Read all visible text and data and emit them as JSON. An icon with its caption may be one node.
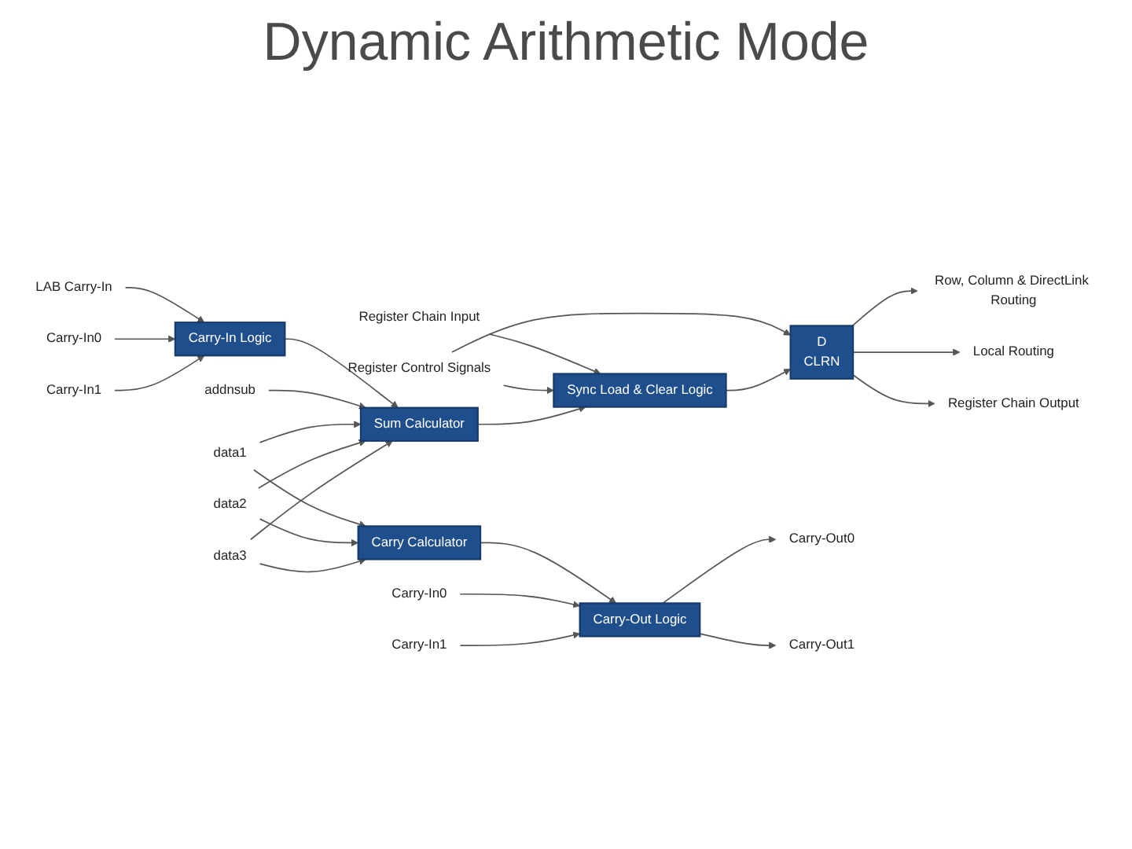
{
  "diagram": {
    "title": "Dynamic Arithmetic Mode",
    "nodes": [
      {
        "text": [
          "Carry-In Logic"
        ]
      },
      {
        "text": [
          "Sum Calculator"
        ]
      },
      {
        "text": [
          "Carry Calculator"
        ]
      },
      {
        "text": [
          "Carry-Out Logic"
        ]
      },
      {
        "text": [
          "Sync Load & Clear Logic"
        ]
      },
      {
        "text": [
          "D",
          "CLRN"
        ]
      },
      {
        "text": [
          "LAB Carry-In"
        ]
      },
      {
        "text": [
          "Carry-In0"
        ]
      },
      {
        "text": [
          "Carry-In1"
        ]
      },
      {
        "text": [
          "addnsub"
        ]
      },
      {
        "text": [
          "data1"
        ]
      },
      {
        "text": [
          "data2"
        ]
      },
      {
        "text": [
          "data3"
        ]
      },
      {
        "text": [
          "Register Chain Input"
        ]
      },
      {
        "text": [
          "Register Control Signals"
        ]
      },
      {
        "text": [
          "Row, Column & DirectLink Routing"
        ]
      },
      {
        "text": [
          "Local Routing"
        ]
      },
      {
        "text": [
          "Register Chain Output"
        ]
      },
      {
        "text": [
          "Carry-In0"
        ]
      },
      {
        "text": [
          "Carry-In1"
        ]
      },
      {
        "text": [
          "Carry-Out0"
        ]
      },
      {
        "text": [
          "Carry-Out1"
        ]
      }
    ],
    "edges": [
      {
        "from": 6,
        "to": 0,
        "arrow": "to"
      },
      {
        "from": 7,
        "to": 0,
        "arrow": "to"
      },
      {
        "from": 8,
        "to": 0,
        "arrow": "to"
      },
      {
        "from": 0,
        "to": 1,
        "arrow": "to"
      },
      {
        "from": 9,
        "to": 1,
        "arrow": "to"
      },
      {
        "from": 10,
        "to": 1,
        "arrow": "to"
      },
      {
        "from": 11,
        "to": 1,
        "arrow": "to"
      },
      {
        "from": 12,
        "to": 1,
        "arrow": "to"
      },
      {
        "from": 10,
        "to": 2,
        "arrow": "to"
      },
      {
        "from": 11,
        "to": 2,
        "arrow": "to"
      },
      {
        "from": 12,
        "to": 2,
        "arrow": "to"
      },
      {
        "from": 13,
        "to": 4,
        "arrow": "to"
      },
      {
        "from": 14,
        "to": 4,
        "arrow": "to"
      },
      {
        "from": 14,
        "to": 5,
        "arrow": "to"
      },
      {
        "from": 1,
        "to": 4,
        "arrow": "to"
      },
      {
        "from": 4,
        "to": 5,
        "arrow": "to"
      },
      {
        "from": 5,
        "to": 15,
        "arrow": "to"
      },
      {
        "from": 5,
        "to": 16,
        "arrow": "to"
      },
      {
        "from": 5,
        "to": 17,
        "arrow": "to"
      },
      {
        "from": 2,
        "to": 3,
        "arrow": "to"
      },
      {
        "from": 18,
        "to": 3,
        "arrow": "to"
      },
      {
        "from": 19,
        "to": 3,
        "arrow": "to"
      },
      {
        "from": 3,
        "to": 20,
        "arrow": "to"
      },
      {
        "from": 3,
        "to": 21,
        "arrow": "to"
      }
    ]
  }
}
